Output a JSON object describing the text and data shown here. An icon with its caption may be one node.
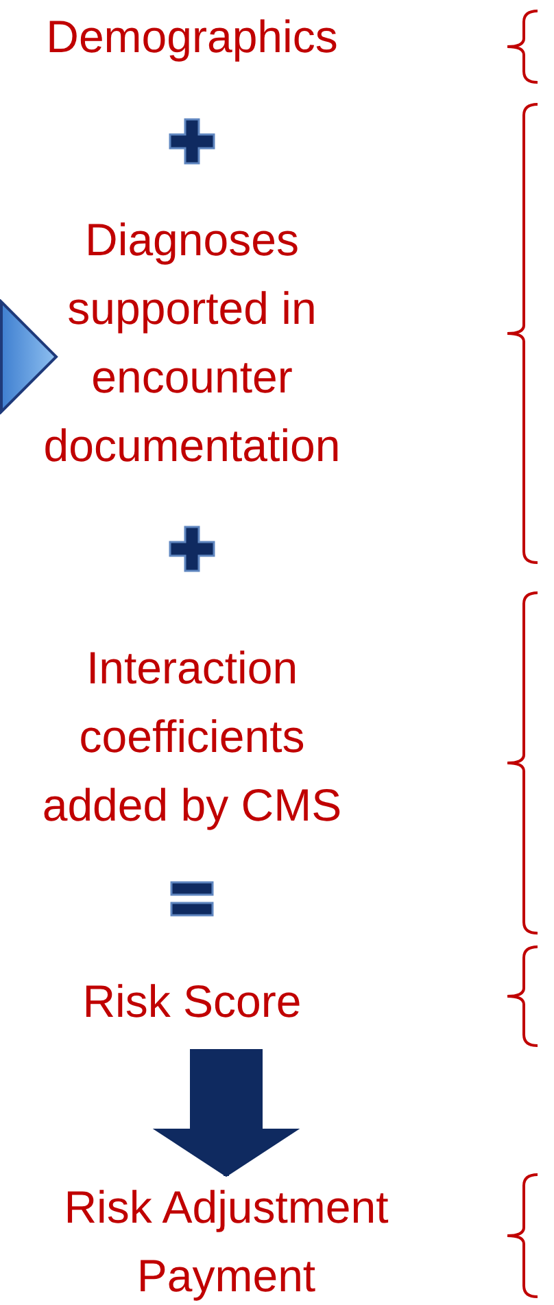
{
  "diagram": {
    "nodes": [
      {
        "text": [
          "Demographics"
        ]
      },
      {
        "text": [
          "Diagnoses supported in encounter documentation"
        ]
      },
      {
        "text": [
          "Interaction coefficients added by CMS"
        ]
      },
      {
        "text": [
          "Risk Score"
        ]
      },
      {
        "text": [
          "Risk Adjustment Payment"
        ]
      }
    ],
    "edges": [
      {
        "from": null,
        "to": 1,
        "arrow": "to"
      },
      {
        "from": 3,
        "to": 4,
        "arrow": "to",
        "style": "thick"
      }
    ]
  }
}
